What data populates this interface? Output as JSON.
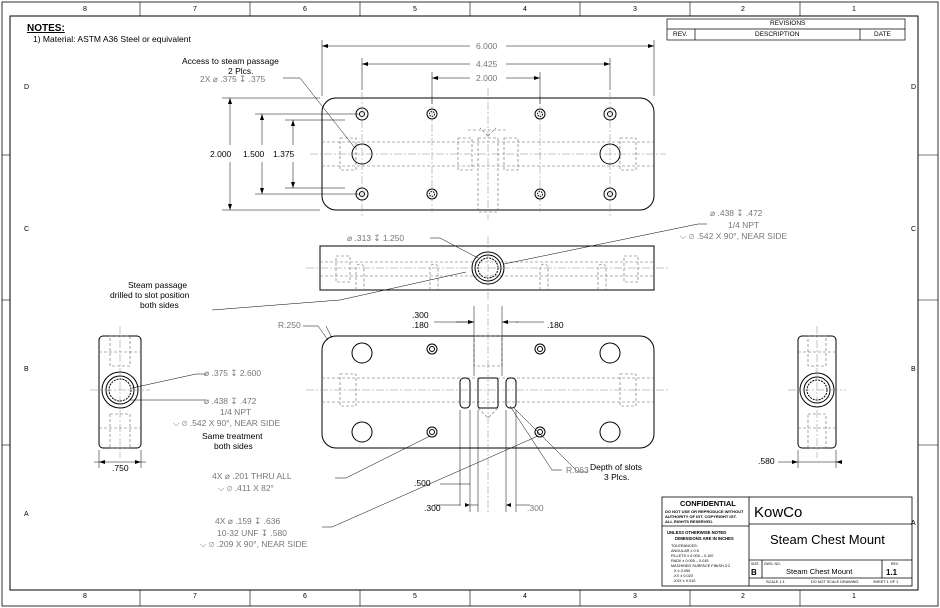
{
  "notes": {
    "title": "NOTES:",
    "line1": "1) Material:  ASTM A36 Steel or equivalent"
  },
  "zones": {
    "columns": [
      "8",
      "7",
      "6",
      "5",
      "4",
      "3",
      "2",
      "1"
    ],
    "rows": [
      "D",
      "C",
      "B",
      "A"
    ]
  },
  "revisions": {
    "title": "REVISIONS",
    "col_rev": "REV.",
    "col_desc": "DESCRIPTION",
    "col_date": "DATE"
  },
  "dims": {
    "d6000": "6.000",
    "d4425": "4.425",
    "d2000h": "2.000",
    "d2000v": "2.000",
    "d1500": "1.500",
    "d1375": "1.375",
    "d300a": ".300",
    "d180a": ".180",
    "d180b": ".180",
    "d500": ".500",
    "d300b": ".300",
    "d300c": ".300",
    "d750": ".750",
    "d580": ".580",
    "r250": "R.250",
    "r063": "R.063"
  },
  "callouts": {
    "access_title": "Access to steam passage",
    "access_qty": "2 Plcs.",
    "access_spec": "2X ⌀ .375 ↧ .375",
    "c313": "⌀ .313 ↧ 1.250",
    "c438top_a": "⌀ .438 ↧ .472",
    "c438top_b": "1/4 NPT",
    "c438top_c": "⌵ ⌀ .542 X 90°, NEAR SIDE",
    "steam1": "Steam passage",
    "steam2": "drilled to slot position",
    "steam3": "both sides",
    "c375": "⌀ .375 ↧ 2.600",
    "c438b_a": "⌀ .438 ↧ .472",
    "c438b_b": "1/4 NPT",
    "c438b_c": "⌵ ⌀ .542 X 90°, NEAR SIDE",
    "same1": "Same treatment",
    "same2": "both sides",
    "c201a": "4X ⌀ .201 THRU ALL",
    "c201b": "⌵ ⌀ .411 X 82°",
    "c159a": "4X ⌀ .159 ↧ .636",
    "c159b": "10-32 UNF ↧ .580",
    "c159c": "⌵ ⌀ .209 X 90°, NEAR SIDE",
    "slots1": "Depth of slots",
    "slots2": "3 Plcs."
  },
  "title_block": {
    "confidential": "CONFIDENTIAL",
    "conf1": "DO NOT USE OR REPRODUCE WITHOUT",
    "conf2": "AUTHORITY OF IGT.  COPYRIGHT IGT.",
    "conf3": "ALL RIGHTS RESERVED.",
    "unless1": "UNLESS OTHERWISE NOTED",
    "unless2": "DIMENSIONS ARE IN INCHES",
    "tol0": "TOLERANCES:",
    "tol1": "ANGULAR ± 0.5",
    "tol2": "FILLETS ± 0.005 – 0.100",
    "tol3": "RADII ± 0.005 – 0.015",
    "tol4": "MACHINED SURFACE FINISH  3.2",
    "tol5": ".X     ± 0.050",
    "tol6": ".XX    ± 0.020",
    "tol7": ".XXX   ± 0.010",
    "company": "KowCo",
    "title": "Steam Chest Mount",
    "size_label": "SIZE",
    "size": "B",
    "dwg_label": "DWG. NO.",
    "dwg_no": "Steam Chest Mount",
    "rev_label": "REV.",
    "rev": "1.1",
    "scale": "SCALE 1:1",
    "noscale": "DO NOT SCALE DRAWING",
    "sheet": "SHEET 1 OF 1"
  }
}
